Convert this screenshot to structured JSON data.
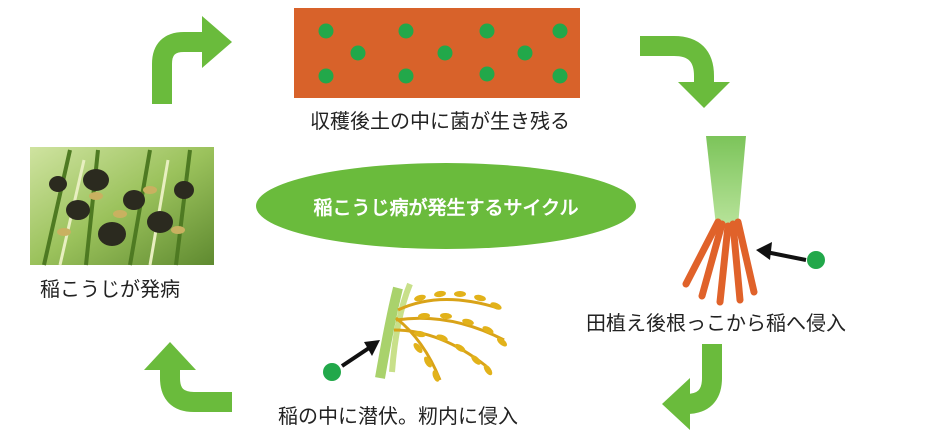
{
  "title": "稲こうじ病が発生するサイクル",
  "stages": {
    "soil": "収穫後土の中に菌が生き残る",
    "roots": "田植え後根っこから稲へ侵入",
    "latent": "稲の中に潜伏。籾内に侵入",
    "disease": "稲こうじが発病"
  },
  "colors": {
    "arrow_green": "#6abb3c",
    "spore_green": "#22a84a",
    "soil_orange": "#d8622a",
    "root_orange": "#e0622a",
    "stem_green": "#8fce6a",
    "grain_gold": "#e2b21a"
  }
}
